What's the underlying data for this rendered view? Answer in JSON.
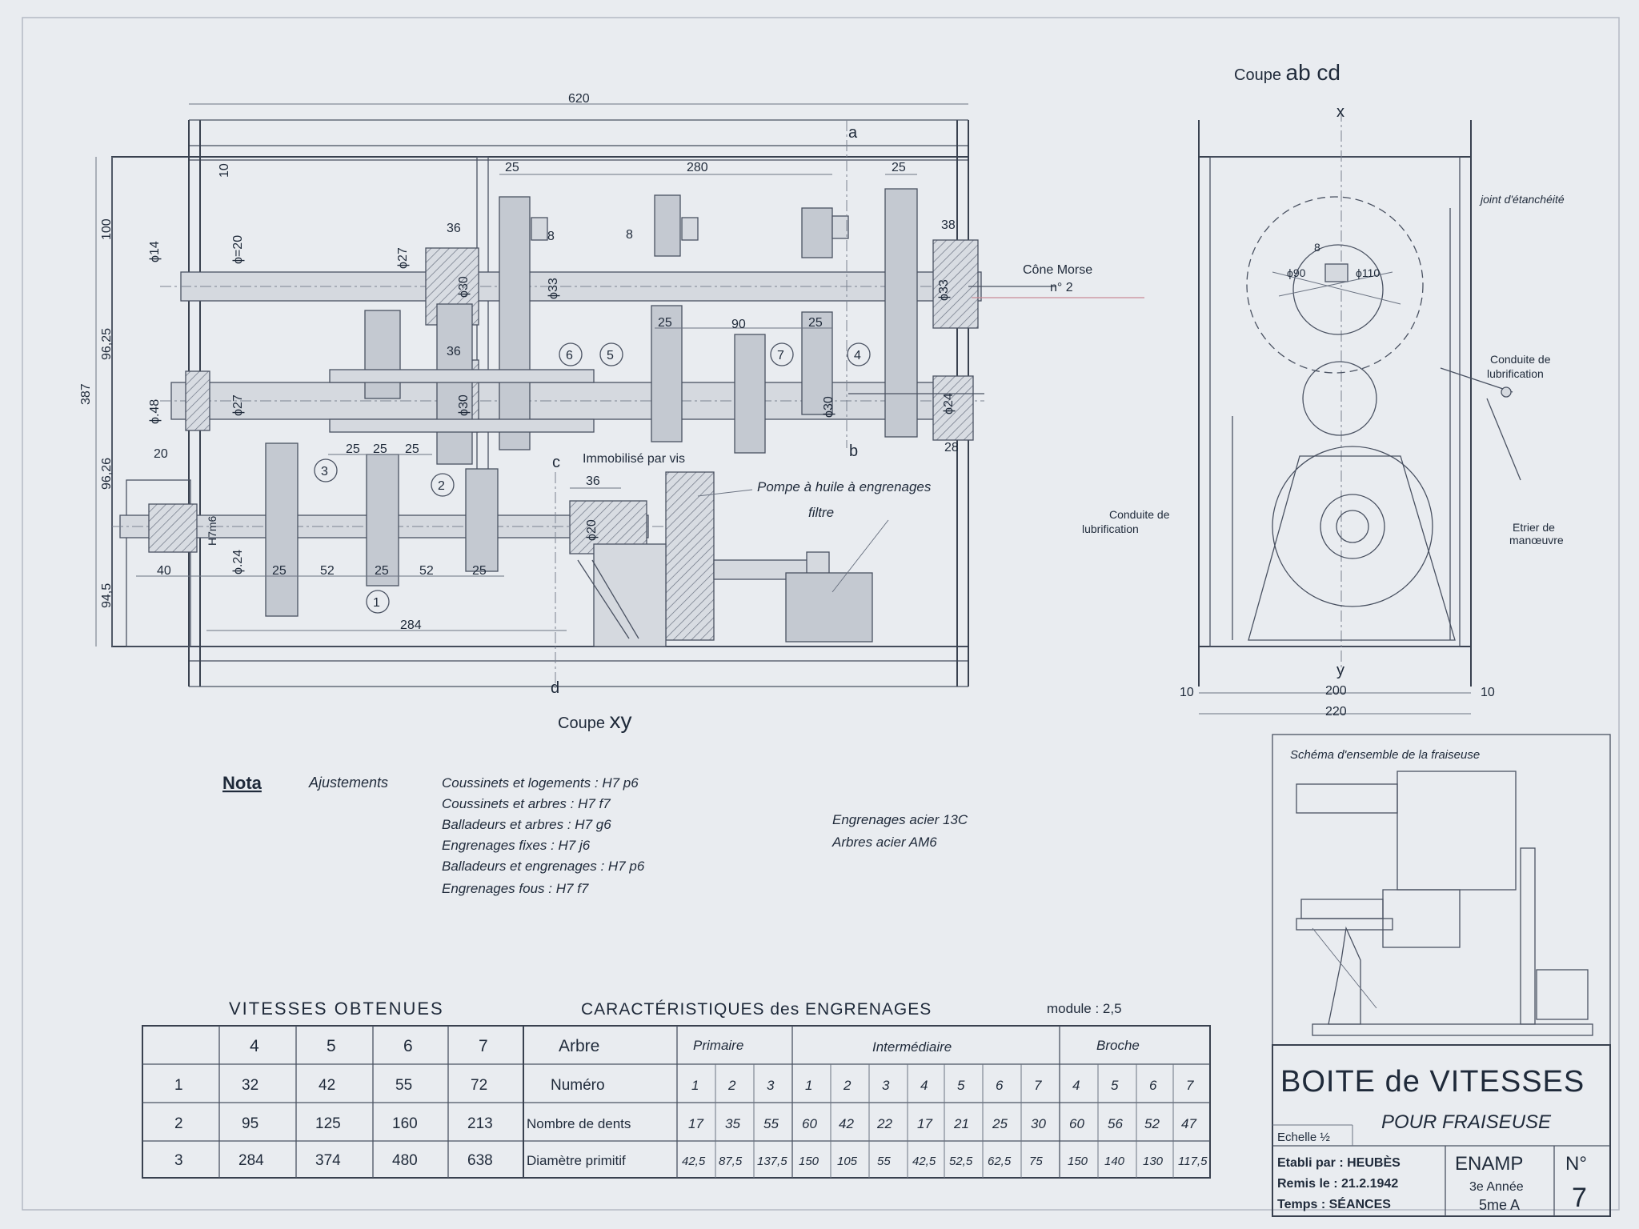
{
  "section_main": {
    "title": "Coupe",
    "name": "xy",
    "labels": {
      "a": "a",
      "b": "b",
      "c": "c",
      "d": "d"
    },
    "dims": {
      "d620": "620",
      "d280": "280",
      "d25a": "25",
      "d25b": "25",
      "d10": "10",
      "d100": "100",
      "d96_25a": "96,25",
      "d96_25b": "96,26",
      "d94_5": "94,5",
      "d387": "387",
      "d36a": "36",
      "d36b": "36",
      "d8a": "8",
      "d8b": "8",
      "d38": "38",
      "phi14": "ϕ14",
      "phi20": "ϕ=20",
      "phi27a": "ϕ27",
      "phi30a": "ϕ30",
      "phi33a": "ϕ33",
      "phi33b": "ϕ33",
      "phi48": "ϕ.48",
      "phi27b": "ϕ27",
      "phi30b": "ϕ30",
      "phi30c": "ϕ30",
      "phi24a": "ϕ24",
      "d25c": "25",
      "d90": "90",
      "d25d": "25",
      "d20": "20",
      "d28": "28",
      "d25e": "25",
      "d25f": "25",
      "d25g": "25",
      "d36c": "36",
      "phi20b": "ϕ20",
      "h7m6": "H7m6",
      "phi24b": "ϕ.24",
      "d40": "40",
      "b25a": "25",
      "b52a": "52",
      "b25b": "25",
      "b52b": "52",
      "b25c": "25",
      "d284": "284"
    },
    "gears": [
      "1",
      "2",
      "3",
      "4",
      "5",
      "6",
      "7"
    ],
    "callouts": {
      "cone_line1": "Cône Morse",
      "cone_line2": "n° 2",
      "immobilise": "Immobilisé par vis",
      "pompe": "Pompe à huile à engrenages",
      "filtre": "filtre"
    }
  },
  "section_side": {
    "title": "Coupe",
    "name": "ab cd",
    "x_label": "x",
    "y_label": "y",
    "joint": "joint d'étanchéité",
    "conduite_r1": "Conduite de",
    "conduite_r2": "lubrification",
    "conduite_l1": "Conduite de",
    "conduite_l2": "lubrification",
    "etrier1": "Etrier de",
    "etrier2": "manœuvre",
    "dims": {
      "phi90": "ϕ90",
      "phi110": "ϕ110",
      "d8": "8",
      "d10a": "10",
      "d200": "200",
      "d10b": "10",
      "d220": "220"
    }
  },
  "nota": {
    "title": "Nota",
    "subtitle": "Ajustements",
    "lines": [
      "Coussinets et logements :  H7 p6",
      "Coussinets et arbres :  H7 f7",
      "Balladeurs et arbres :  H7 g6",
      "Engrenages fixes :  H7 j6",
      "Balladeurs et engrenages :  H7 p6",
      "Engrenages fous :  H7 f7"
    ],
    "materials": [
      "Engrenages acier 13C",
      "Arbres acier AM6"
    ]
  },
  "speeds_table": {
    "title": "VITESSES OBTENUES",
    "headers": [
      "",
      "4",
      "5",
      "6",
      "7"
    ],
    "rows": [
      [
        "1",
        "32",
        "42",
        "55",
        "72"
      ],
      [
        "2",
        "95",
        "125",
        "160",
        "213"
      ],
      [
        "3",
        "284",
        "374",
        "480",
        "638"
      ]
    ]
  },
  "gears_table": {
    "title": "CARACTÉRISTIQUES des ENGRENAGES",
    "module": "module : 2,5",
    "arbre_label": "Arbre",
    "groups": [
      "Primaire",
      "Intermédiaire",
      "Broche"
    ],
    "row_labels": [
      "Numéro",
      "Nombre de dents",
      "Diamètre primitif"
    ],
    "numero": [
      "1",
      "2",
      "3",
      "1",
      "2",
      "3",
      "4",
      "5",
      "6",
      "7",
      "4",
      "5",
      "6",
      "7"
    ],
    "dents": [
      "17",
      "35",
      "55",
      "60",
      "42",
      "22",
      "17",
      "21",
      "25",
      "30",
      "60",
      "56",
      "52",
      "47"
    ],
    "diametre": [
      "42,5",
      "87,5",
      "137,5",
      "150",
      "105",
      "55",
      "42,5",
      "52,5",
      "62,5",
      "75",
      "150",
      "140",
      "130",
      "117,5"
    ]
  },
  "schema": {
    "title": "Schéma d'ensemble de la fraiseuse"
  },
  "title_block": {
    "title": "BOITE de VITESSES",
    "subtitle": "POUR FRAISEUSE",
    "echelle": "Echelle ½",
    "etabli": "Etabli par : HEUBÈS",
    "remis": "Remis le : 21.2.1942",
    "temps": "Temps :  SÉANCES",
    "school": "ENAMP",
    "annee": "3e Année",
    "section": "5me A",
    "no_label": "N°",
    "no_value": "7"
  }
}
